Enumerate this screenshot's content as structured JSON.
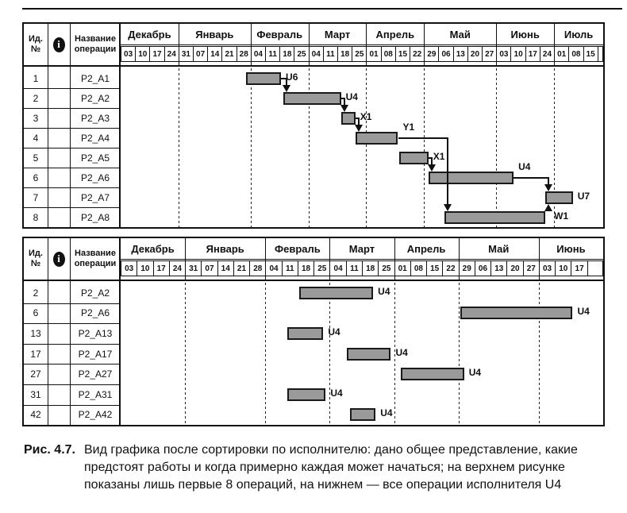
{
  "figure": {
    "caption_label": "Рис. 4.7.",
    "caption_text": "Вид графика после сортировки по исполнителю: дано общее представление, какие предстоят работы и когда примерно каждая может начаться; на верхнем рисунке показаны лишь первые 8 операций, на нижнем — все операции исполнителя U4"
  },
  "colors": {
    "bar_fill": "#9a9a9a",
    "bar_border": "#1a1a1a",
    "line": "#111111"
  },
  "chart_data": [
    {
      "type": "gantt",
      "position": "top",
      "header": {
        "id": "Ид.\n№",
        "info_icon": "i",
        "name": "Название\nоперации"
      },
      "months": [
        {
          "label": "Декабрь",
          "weeks": [
            "03",
            "10",
            "17",
            "24"
          ]
        },
        {
          "label": "Январь",
          "weeks": [
            "31",
            "07",
            "14",
            "21",
            "28"
          ]
        },
        {
          "label": "Февраль",
          "weeks": [
            "04",
            "11",
            "18",
            "25"
          ]
        },
        {
          "label": "Март",
          "weeks": [
            "04",
            "11",
            "18",
            "25"
          ]
        },
        {
          "label": "Апрель",
          "weeks": [
            "01",
            "08",
            "15",
            "22"
          ]
        },
        {
          "label": "Май",
          "weeks": [
            "29",
            "06",
            "13",
            "20",
            "27"
          ]
        },
        {
          "label": "Июнь",
          "weeks": [
            "03",
            "10",
            "17",
            "24"
          ]
        },
        {
          "label": "Июль",
          "weeks": [
            "01",
            "08",
            "15"
          ]
        }
      ],
      "trailing_blank_weeks": 0.4,
      "rows": [
        {
          "id": "1",
          "name": "P2_A1"
        },
        {
          "id": "2",
          "name": "P2_A2"
        },
        {
          "id": "3",
          "name": "P2_A3"
        },
        {
          "id": "4",
          "name": "P2_A4"
        },
        {
          "id": "5",
          "name": "P2_A5"
        },
        {
          "id": "6",
          "name": "P2_A6"
        },
        {
          "id": "7",
          "name": "P2_A7"
        },
        {
          "id": "8",
          "name": "P2_A8"
        }
      ],
      "bars": [
        {
          "row": 0,
          "start": 8.7,
          "end": 11.1,
          "label": "U6"
        },
        {
          "row": 1,
          "start": 11.25,
          "end": 15.25,
          "label": "U4"
        },
        {
          "row": 2,
          "start": 15.25,
          "end": 16.25,
          "label": "X1"
        },
        {
          "row": 3,
          "start": 16.25,
          "end": 19.2,
          "label": "Y1",
          "label_high": true
        },
        {
          "row": 4,
          "start": 19.3,
          "end": 21.3,
          "label": "X1"
        },
        {
          "row": 5,
          "start": 21.3,
          "end": 27.2,
          "label": "U4",
          "label_high": true
        },
        {
          "row": 6,
          "start": 29.4,
          "end": 31.3,
          "label": "U7"
        },
        {
          "row": 7,
          "start": 22.4,
          "end": 29.4,
          "label": "W1"
        }
      ],
      "connectors": [
        {
          "from": 0,
          "to": 1,
          "dir": "down"
        },
        {
          "from": 1,
          "to": 2,
          "dir": "down"
        },
        {
          "from": 2,
          "to": 3,
          "dir": "down"
        },
        {
          "from": 3,
          "to": 7,
          "dir": "down"
        },
        {
          "from": 4,
          "to": 5,
          "dir": "down"
        },
        {
          "from": 5,
          "to": 6,
          "dir": "down"
        },
        {
          "from": 7,
          "to": 6,
          "dir": "up"
        }
      ]
    },
    {
      "type": "gantt",
      "position": "bottom",
      "header": {
        "id": "Ид.\n№",
        "info_icon": "i",
        "name": "Название\nоперации"
      },
      "months": [
        {
          "label": "Декабрь",
          "weeks": [
            "03",
            "10",
            "17",
            "24"
          ]
        },
        {
          "label": "Январь",
          "weeks": [
            "31",
            "07",
            "14",
            "21",
            "28"
          ]
        },
        {
          "label": "Февраль",
          "weeks": [
            "04",
            "11",
            "18",
            "25"
          ]
        },
        {
          "label": "Март",
          "weeks": [
            "04",
            "11",
            "18",
            "25"
          ]
        },
        {
          "label": "Апрель",
          "weeks": [
            "01",
            "08",
            "15",
            "22"
          ]
        },
        {
          "label": "Май",
          "weeks": [
            "29",
            "06",
            "13",
            "20",
            "27"
          ]
        },
        {
          "label": "Июнь",
          "weeks": [
            "03",
            "10",
            "17"
          ]
        }
      ],
      "trailing_blank_weeks": 1,
      "rows": [
        {
          "id": "2",
          "name": "P2_A2"
        },
        {
          "id": "6",
          "name": "P2_A6"
        },
        {
          "id": "13",
          "name": "P2_A13"
        },
        {
          "id": "17",
          "name": "P2_A17"
        },
        {
          "id": "27",
          "name": "P2_A27"
        },
        {
          "id": "31",
          "name": "P2_A31"
        },
        {
          "id": "42",
          "name": "P2_A42"
        }
      ],
      "bars": [
        {
          "row": 0,
          "start": 11.1,
          "end": 15.7,
          "label": "U4"
        },
        {
          "row": 1,
          "start": 21.1,
          "end": 28.1,
          "label": "U4"
        },
        {
          "row": 2,
          "start": 10.35,
          "end": 12.6,
          "label": "U4"
        },
        {
          "row": 3,
          "start": 14.05,
          "end": 16.8,
          "label": "U4"
        },
        {
          "row": 4,
          "start": 17.4,
          "end": 21.35,
          "label": "U4"
        },
        {
          "row": 5,
          "start": 10.35,
          "end": 12.75,
          "label": "U4"
        },
        {
          "row": 6,
          "start": 14.25,
          "end": 15.85,
          "label": "U4"
        }
      ],
      "connectors": []
    }
  ]
}
